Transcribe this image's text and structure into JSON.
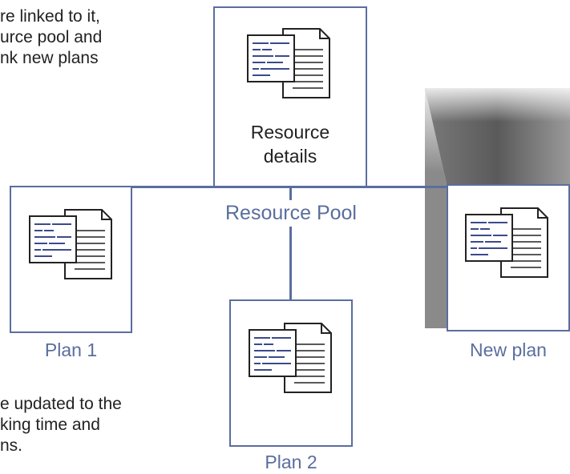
{
  "texts": {
    "top_paragraph": [
      "re linked to it,",
      "urce pool and",
      "nk new plans"
    ],
    "bottom_paragraph": [
      "e updated to the",
      "king time and",
      "ns."
    ]
  },
  "nodes": {
    "resource": {
      "line1": "Resource",
      "line2": "details"
    },
    "pool_label": "Resource Pool",
    "plan1": "Plan 1",
    "plan2": "Plan 2",
    "new_plan": "New plan"
  },
  "icons": [
    "document-icon"
  ],
  "colors": {
    "accent": "#5a6e9e",
    "text": "#222222",
    "icon_dashes": "#3c4a8a"
  }
}
